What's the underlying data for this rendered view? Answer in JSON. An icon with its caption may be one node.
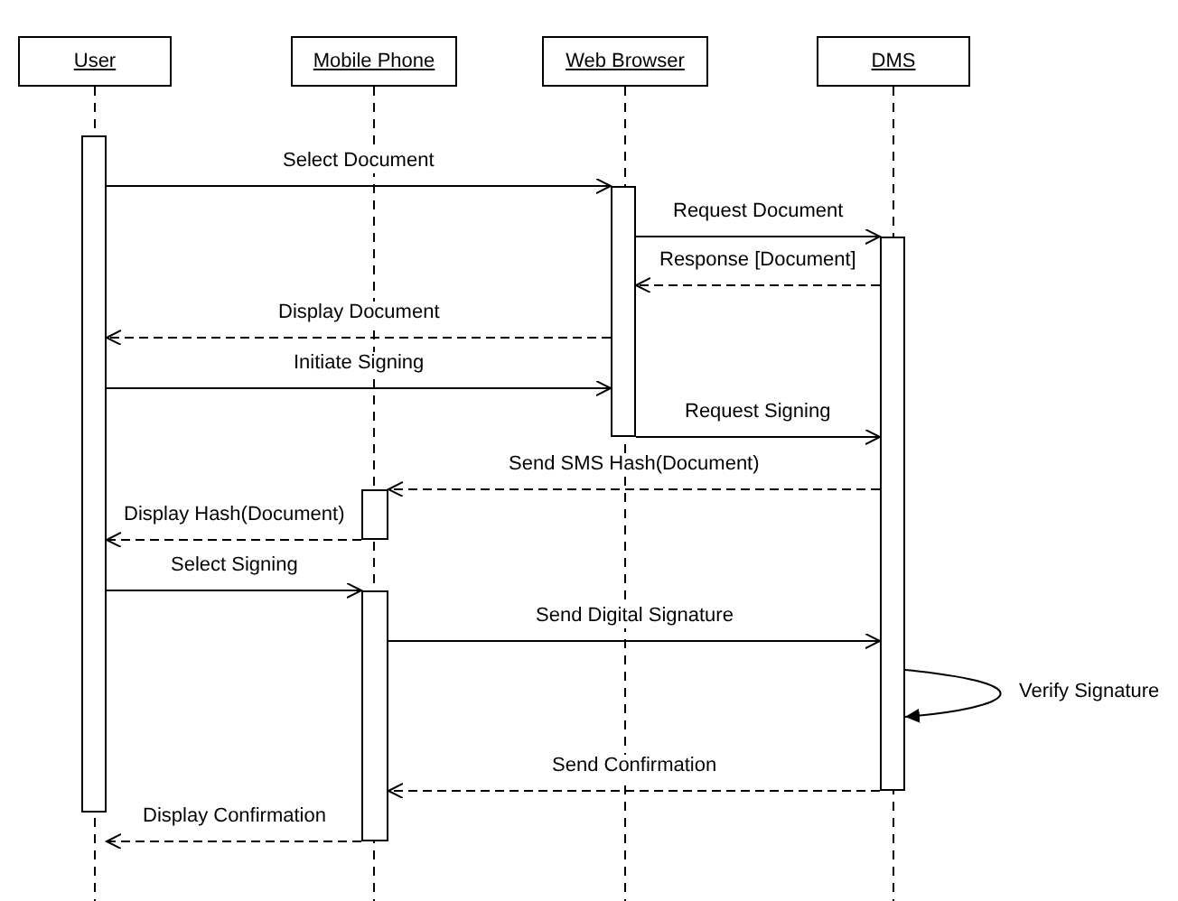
{
  "diagram": {
    "nodes": [
      {
        "text": [
          "User"
        ]
      },
      {
        "text": [
          "Mobile Phone"
        ]
      },
      {
        "text": [
          "Web Browser"
        ]
      },
      {
        "text": [
          "DMS"
        ]
      },
      {
        "text": [],
        "shape": "bar"
      },
      {
        "text": [],
        "shape": "bar"
      },
      {
        "text": [],
        "shape": "bar"
      },
      {
        "text": [],
        "shape": "bar"
      },
      {
        "text": [],
        "shape": "bar"
      }
    ],
    "edges": [
      {
        "from": 4,
        "to": 7,
        "arrow": "to",
        "label": "Select Document"
      },
      {
        "from": 7,
        "to": 8,
        "arrow": "to",
        "label": "Request Document"
      },
      {
        "from": 8,
        "to": 7,
        "arrow": "to",
        "label": "Response [Document]",
        "style": "dashed"
      },
      {
        "from": 7,
        "to": 4,
        "arrow": "to",
        "label": "Display Document",
        "style": "dashed"
      },
      {
        "from": 4,
        "to": 7,
        "arrow": "to",
        "label": "Initiate Signing"
      },
      {
        "from": 7,
        "to": 8,
        "arrow": "to",
        "label": "Request Signing"
      },
      {
        "from": 8,
        "to": 5,
        "arrow": "to",
        "label": "Send SMS Hash(Document)",
        "style": "dashed"
      },
      {
        "from": 5,
        "to": 4,
        "arrow": "to",
        "label": "Display Hash(Document)",
        "style": "dashed"
      },
      {
        "from": 4,
        "to": 6,
        "arrow": "to",
        "label": "Select Signing"
      },
      {
        "from": 6,
        "to": 8,
        "arrow": "to",
        "label": "Send Digital Signature"
      },
      {
        "from": 8,
        "to": 8,
        "arrow": "to",
        "label": "Verify Signature"
      },
      {
        "from": 8,
        "to": 6,
        "arrow": "to",
        "label": "Send Confirmation",
        "style": "dashed"
      },
      {
        "from": 6,
        "to": 4,
        "arrow": "to",
        "label": "Display Confirmation",
        "style": "dashed"
      }
    ]
  }
}
